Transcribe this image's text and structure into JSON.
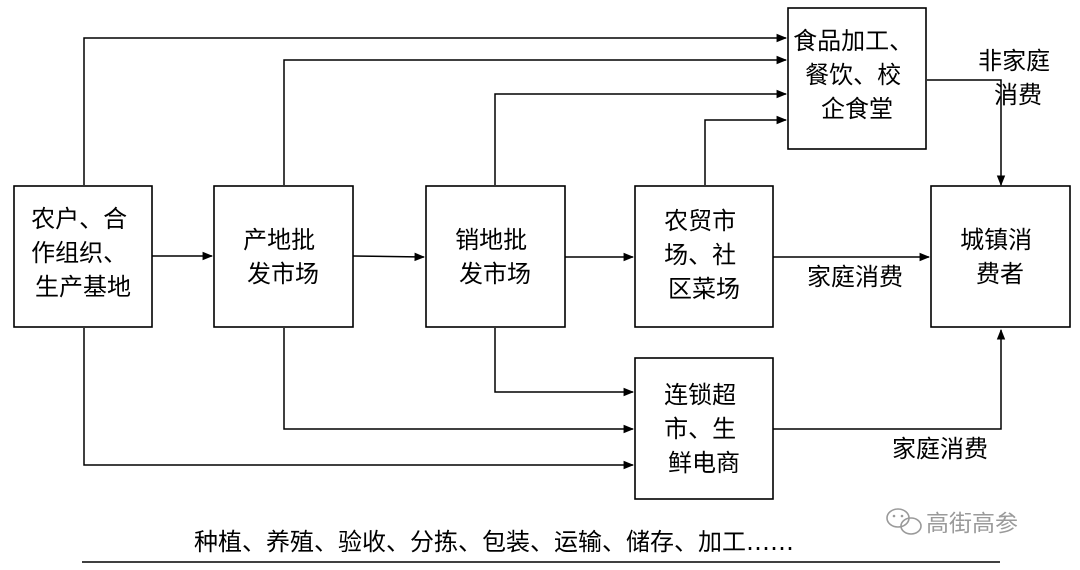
{
  "nodes": {
    "farmers": {
      "lines": [
        "农户、合",
        "作组织、",
        "生产基地"
      ]
    },
    "origin_wholesale": {
      "lines": [
        "产地批",
        "发市场"
      ]
    },
    "sales_wholesale": {
      "lines": [
        "销地批",
        "发市场"
      ]
    },
    "farmers_market": {
      "lines": [
        "农贸市",
        "场、社",
        "区菜场"
      ]
    },
    "supermarket": {
      "lines": [
        "连锁超",
        "市、生",
        "鲜电商"
      ]
    },
    "food_service": {
      "lines": [
        "食品加工、",
        "餐饮、校",
        "企食堂"
      ]
    },
    "urban_consumers": {
      "lines": [
        "城镇消",
        "费者"
      ]
    }
  },
  "edge_labels": {
    "non_household": [
      "非家庭",
      "消费"
    ],
    "household_1": "家庭消费",
    "household_2": "家庭消费"
  },
  "process_bar": {
    "text": "种植、养殖、验收、分拣、包装、运输、储存、加工……"
  },
  "watermark": {
    "text": "高街高参",
    "icon": "wechat-icon"
  }
}
